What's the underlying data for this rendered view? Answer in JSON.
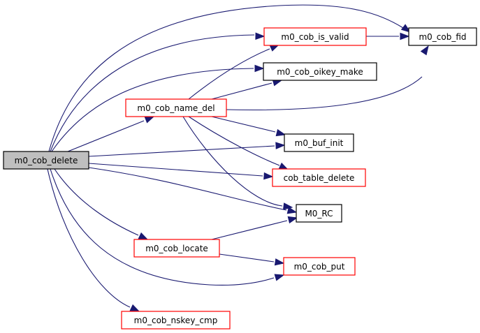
{
  "diagram": {
    "type": "call-graph",
    "colors": {
      "edge": "#191970",
      "root_fill": "#bfbfbf",
      "linked_border": "#ff0000",
      "plain_border": "#000000"
    },
    "nodes": [
      {
        "id": "m0_cob_delete",
        "label": "m0_cob_delete",
        "style": "root"
      },
      {
        "id": "m0_cob_name_del",
        "label": "m0_cob_name_del",
        "style": "red"
      },
      {
        "id": "m0_cob_is_valid",
        "label": "m0_cob_is_valid",
        "style": "red"
      },
      {
        "id": "m0_cob_fid",
        "label": "m0_cob_fid",
        "style": "black"
      },
      {
        "id": "m0_cob_oikey_make",
        "label": "m0_cob_oikey_make",
        "style": "black"
      },
      {
        "id": "m0_buf_init",
        "label": "m0_buf_init",
        "style": "black"
      },
      {
        "id": "cob_table_delete",
        "label": "cob_table_delete",
        "style": "red"
      },
      {
        "id": "M0_RC",
        "label": "M0_RC",
        "style": "black"
      },
      {
        "id": "m0_cob_locate",
        "label": "m0_cob_locate",
        "style": "red"
      },
      {
        "id": "m0_cob_put",
        "label": "m0_cob_put",
        "style": "red"
      },
      {
        "id": "m0_cob_nskey_cmp",
        "label": "m0_cob_nskey_cmp",
        "style": "red"
      }
    ],
    "edges": [
      {
        "from": "m0_cob_delete",
        "to": "m0_cob_fid"
      },
      {
        "from": "m0_cob_delete",
        "to": "m0_cob_is_valid"
      },
      {
        "from": "m0_cob_delete",
        "to": "m0_cob_oikey_make"
      },
      {
        "from": "m0_cob_delete",
        "to": "m0_cob_name_del"
      },
      {
        "from": "m0_cob_delete",
        "to": "m0_buf_init"
      },
      {
        "from": "m0_cob_delete",
        "to": "cob_table_delete"
      },
      {
        "from": "m0_cob_delete",
        "to": "M0_RC"
      },
      {
        "from": "m0_cob_delete",
        "to": "m0_cob_locate"
      },
      {
        "from": "m0_cob_delete",
        "to": "m0_cob_put"
      },
      {
        "from": "m0_cob_delete",
        "to": "m0_cob_nskey_cmp"
      },
      {
        "from": "m0_cob_name_del",
        "to": "m0_cob_is_valid"
      },
      {
        "from": "m0_cob_name_del",
        "to": "m0_cob_oikey_make"
      },
      {
        "from": "m0_cob_name_del",
        "to": "m0_cob_fid"
      },
      {
        "from": "m0_cob_name_del",
        "to": "m0_buf_init"
      },
      {
        "from": "m0_cob_name_del",
        "to": "cob_table_delete"
      },
      {
        "from": "m0_cob_name_del",
        "to": "M0_RC"
      },
      {
        "from": "m0_cob_is_valid",
        "to": "m0_cob_fid"
      },
      {
        "from": "m0_cob_locate",
        "to": "M0_RC"
      },
      {
        "from": "m0_cob_locate",
        "to": "m0_cob_put"
      }
    ]
  }
}
